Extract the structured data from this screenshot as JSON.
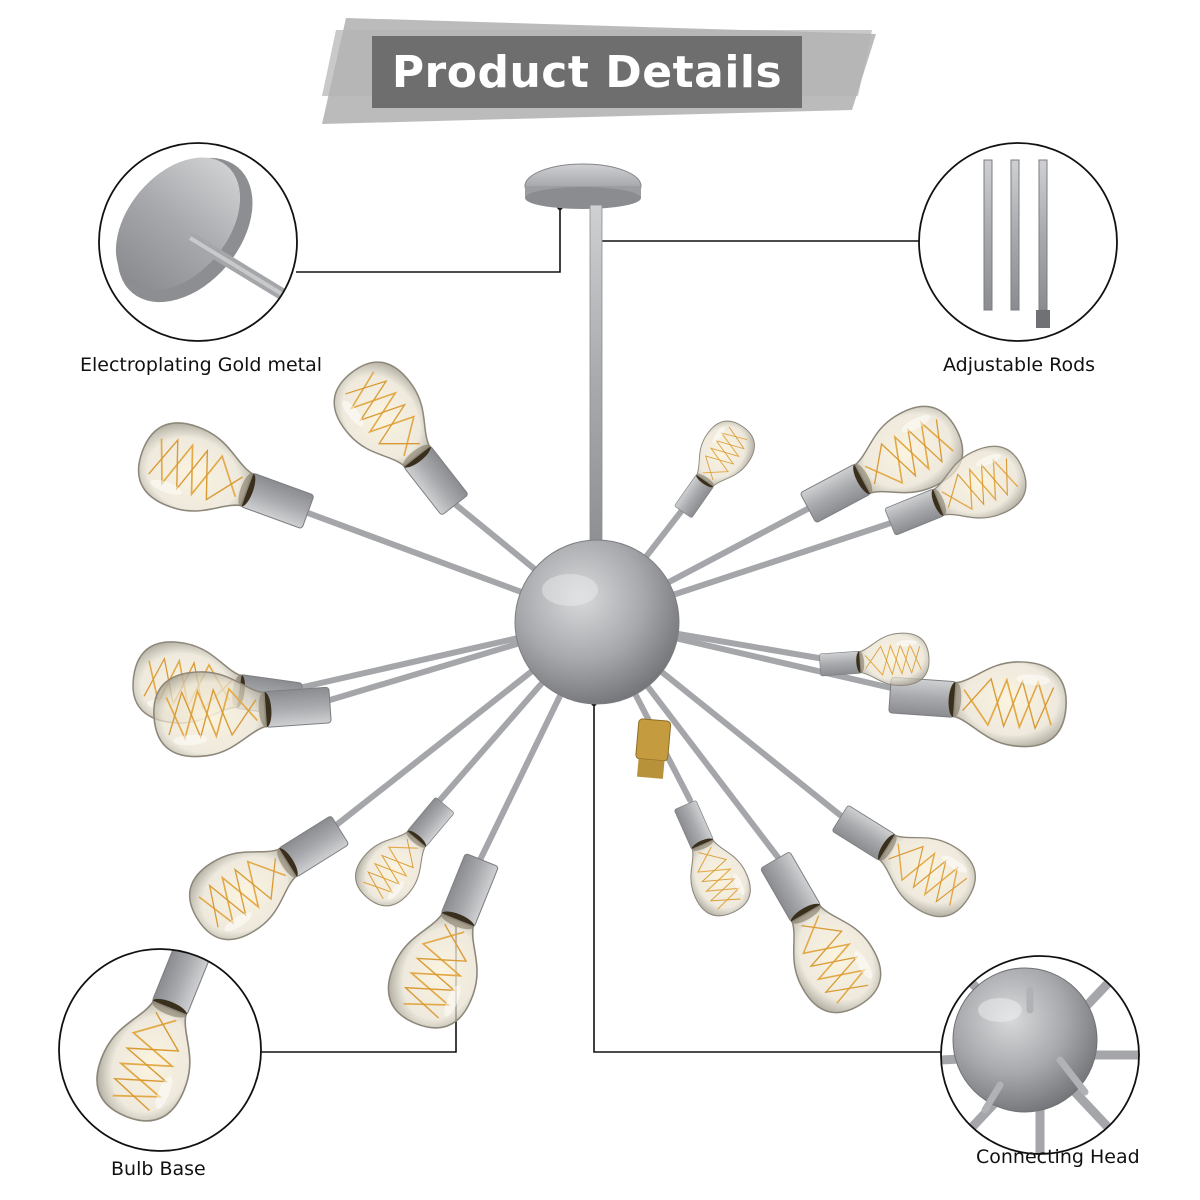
{
  "header": {
    "title": "Product Details"
  },
  "callouts": {
    "canopy": {
      "label": "Electroplating Gold metal"
    },
    "rods": {
      "label": "Adjustable Rods"
    },
    "bulb_base": {
      "label": "Bulb Base"
    },
    "connecting_head": {
      "label": "Connecting Head"
    }
  },
  "colors": {
    "banner_dark": "#6e6e6e",
    "banner_light": "#b4b4b4",
    "metal": "#a8aaad",
    "brass": "#b8923a",
    "filament": "#e3a948",
    "line": "#111111"
  }
}
